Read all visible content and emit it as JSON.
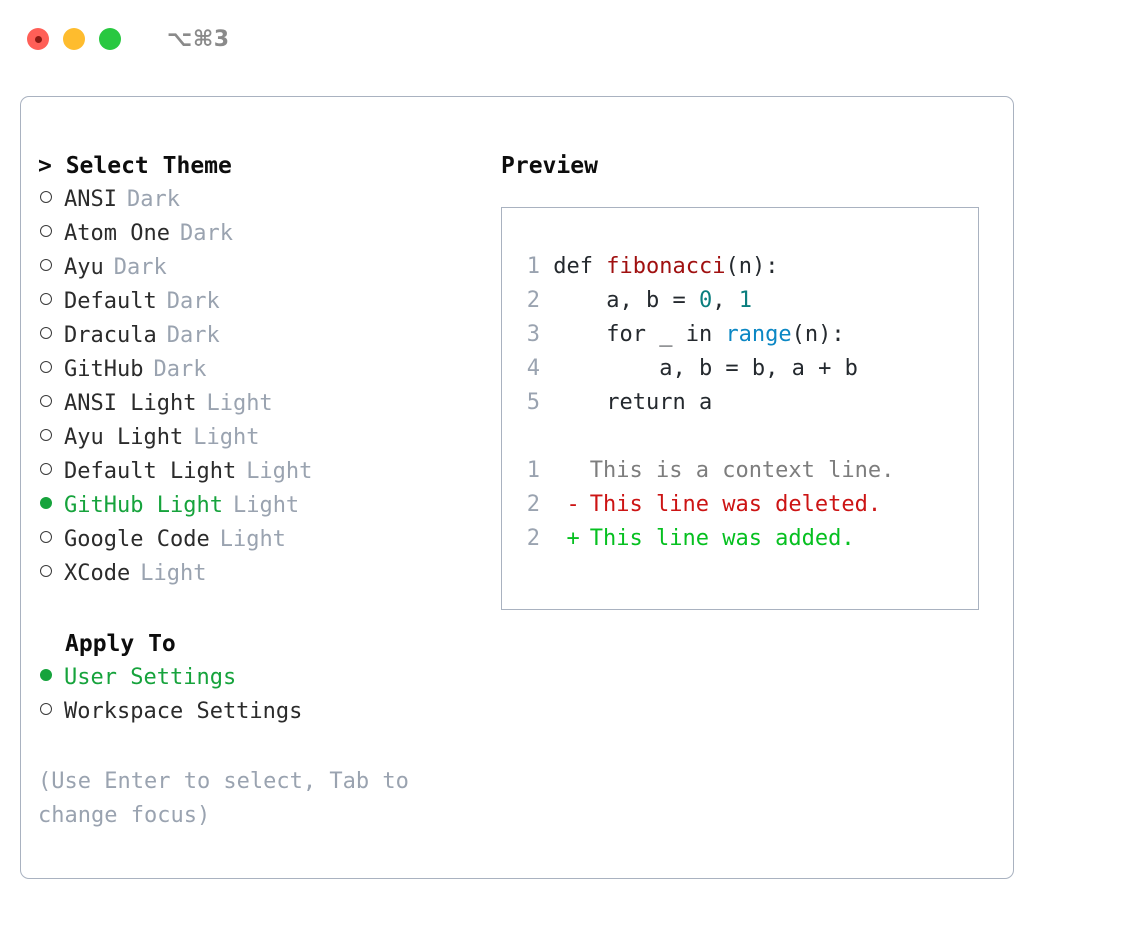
{
  "window": {
    "shortcut": "⌥⌘3",
    "traffic_lights": [
      "close-red",
      "minimize-yellow",
      "maximize-green"
    ],
    "colors": {
      "red": "#ff5f57",
      "yellow": "#febc2e",
      "green": "#28c840",
      "border": "#a9b2c0",
      "accent_green": "#16a33c",
      "muted": "#9aa3b0"
    }
  },
  "theme_panel": {
    "title": "> Select Theme",
    "items": [
      {
        "label": "ANSI",
        "tag": "Dark",
        "selected": false
      },
      {
        "label": "Atom One",
        "tag": "Dark",
        "selected": false
      },
      {
        "label": "Ayu",
        "tag": "Dark",
        "selected": false
      },
      {
        "label": "Default",
        "tag": "Dark",
        "selected": false
      },
      {
        "label": "Dracula",
        "tag": "Dark",
        "selected": false
      },
      {
        "label": "GitHub",
        "tag": "Dark",
        "selected": false
      },
      {
        "label": "ANSI Light",
        "tag": "Light",
        "selected": false
      },
      {
        "label": "Ayu Light",
        "tag": "Light",
        "selected": false
      },
      {
        "label": "Default Light",
        "tag": "Light",
        "selected": false
      },
      {
        "label": "GitHub Light",
        "tag": "Light",
        "selected": true
      },
      {
        "label": "Google Code",
        "tag": "Light",
        "selected": false
      },
      {
        "label": "XCode",
        "tag": "Light",
        "selected": false
      }
    ]
  },
  "apply_to": {
    "title": "Apply To",
    "items": [
      {
        "label": "User Settings",
        "selected": true
      },
      {
        "label": "Workspace Settings",
        "selected": false
      }
    ]
  },
  "help_text": "(Use Enter to select, Tab to change focus)",
  "preview": {
    "title": "Preview",
    "code_lines": [
      {
        "num": "1",
        "tokens": [
          {
            "text": "def ",
            "type": "plain"
          },
          {
            "text": "fibonacci",
            "type": "function"
          },
          {
            "text": "(n):",
            "type": "plain"
          }
        ]
      },
      {
        "num": "2",
        "tokens": [
          {
            "text": "    a, b = ",
            "type": "plain"
          },
          {
            "text": "0",
            "type": "number"
          },
          {
            "text": ", ",
            "type": "plain"
          },
          {
            "text": "1",
            "type": "number"
          }
        ]
      },
      {
        "num": "3",
        "tokens": [
          {
            "text": "    for _ in ",
            "type": "plain"
          },
          {
            "text": "range",
            "type": "builtin"
          },
          {
            "text": "(n):",
            "type": "plain"
          }
        ]
      },
      {
        "num": "4",
        "tokens": [
          {
            "text": "        a, b = b, a + b",
            "type": "plain"
          }
        ]
      },
      {
        "num": "5",
        "tokens": [
          {
            "text": "    return a",
            "type": "plain"
          }
        ]
      }
    ],
    "diff_lines": [
      {
        "num": "1",
        "mark": " ",
        "text": "This is a context line.",
        "type": "context"
      },
      {
        "num": "2",
        "mark": "-",
        "text": "This line was deleted.",
        "type": "deleted"
      },
      {
        "num": "2",
        "mark": "+",
        "text": "This line was added.",
        "type": "added"
      }
    ]
  }
}
